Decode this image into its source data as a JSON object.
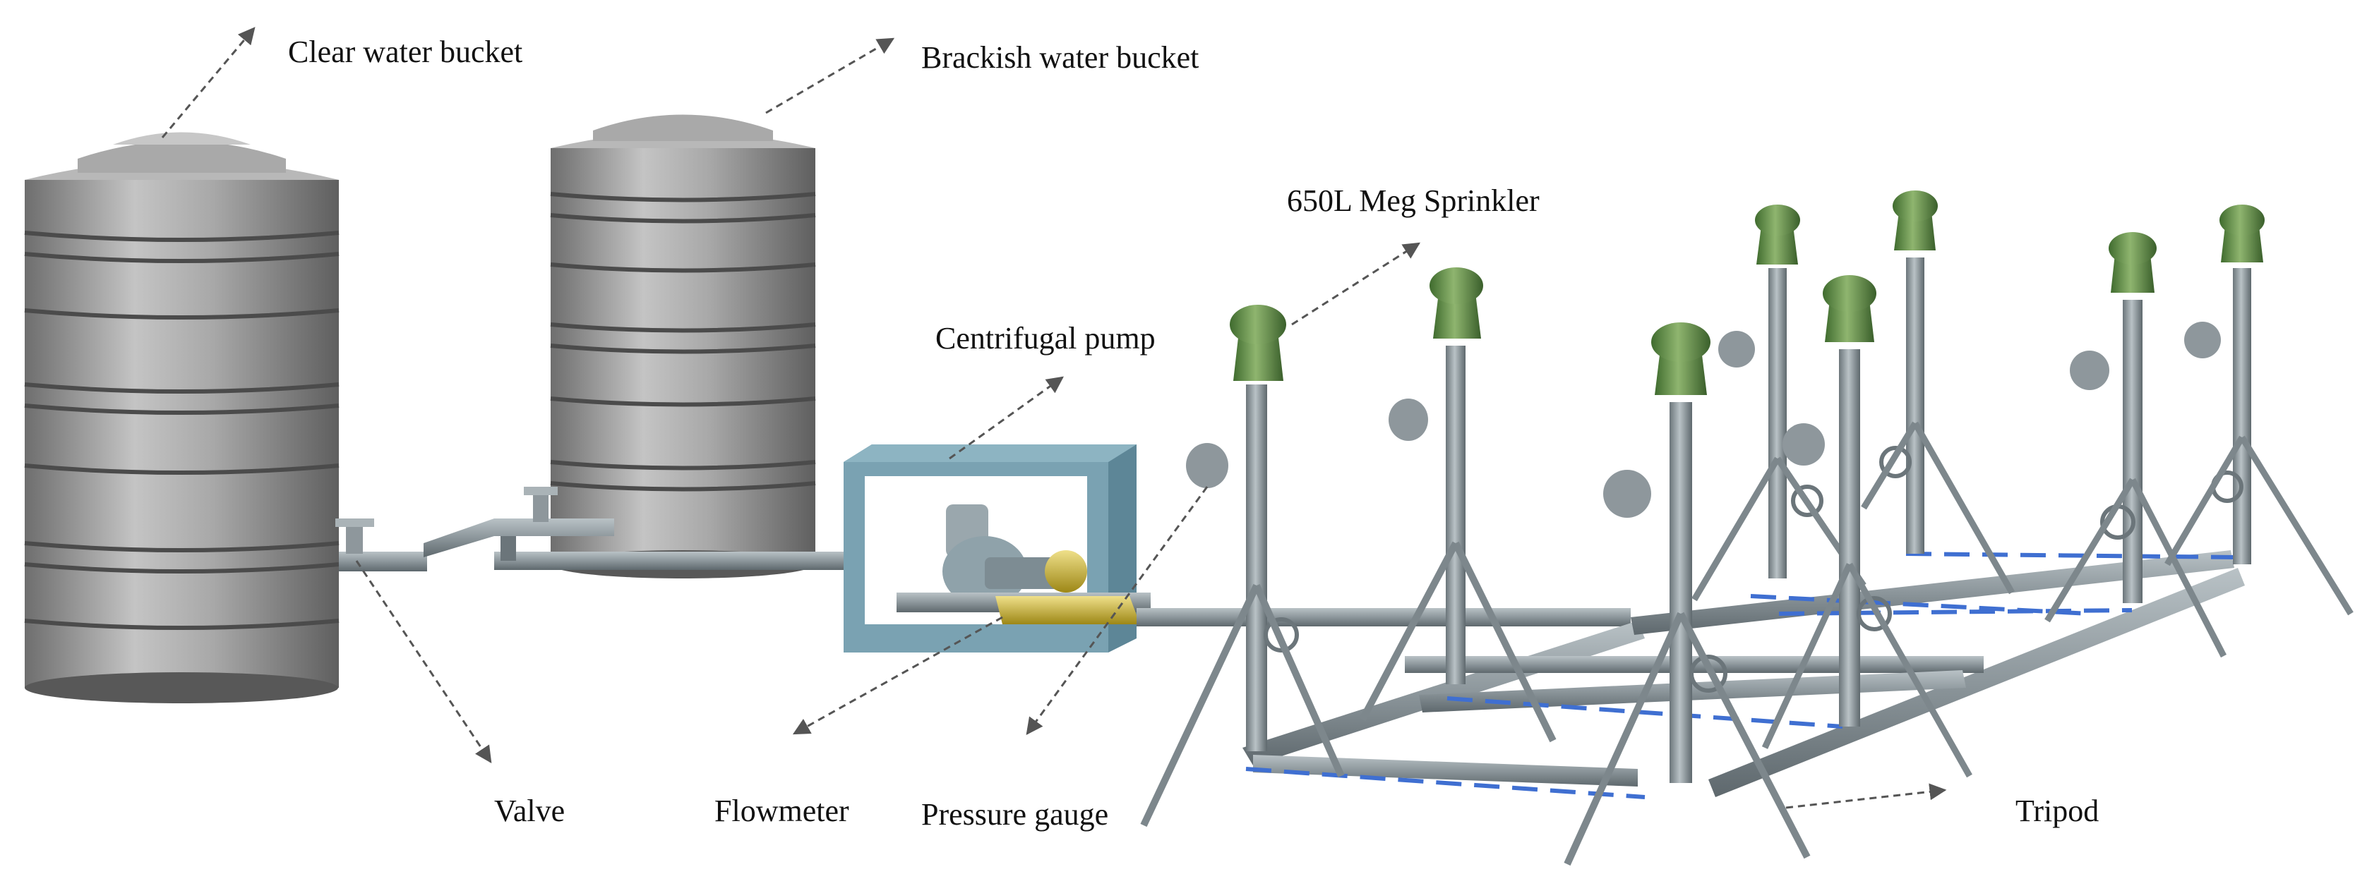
{
  "labels": {
    "clear_water_bucket": "Clear water bucket",
    "brackish_water_bucket": "Brackish water bucket",
    "sprinkler": "650L Meg Sprinkler",
    "centrifugal_pump": "Centrifugal pump",
    "valve": "Valve",
    "flowmeter": "Flowmeter",
    "pressure_gauge": "Pressure gauge",
    "tripod": "Tripod"
  },
  "colors": {
    "tank": "#9a9a9a",
    "pipe": "#8e979c",
    "frame": "#6f9bab",
    "sprinkler_head": "#5f8a4a",
    "flowmeter": "#c9b32a",
    "spacing_line": "#3f6fd1",
    "leader_line": "#555555"
  }
}
